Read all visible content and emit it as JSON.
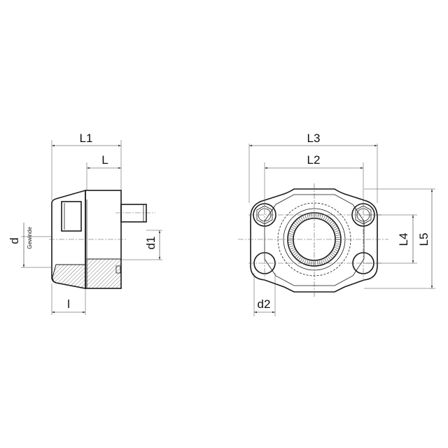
{
  "side_view": {
    "labels": {
      "L1": "L1",
      "L": "L",
      "d": "d",
      "gewinde": "Gewinde",
      "d1": "d1",
      "l": "l"
    }
  },
  "front_view": {
    "labels": {
      "L3": "L3",
      "L2": "L2",
      "L4": "L4",
      "L5": "L5",
      "d2": "d2"
    }
  }
}
